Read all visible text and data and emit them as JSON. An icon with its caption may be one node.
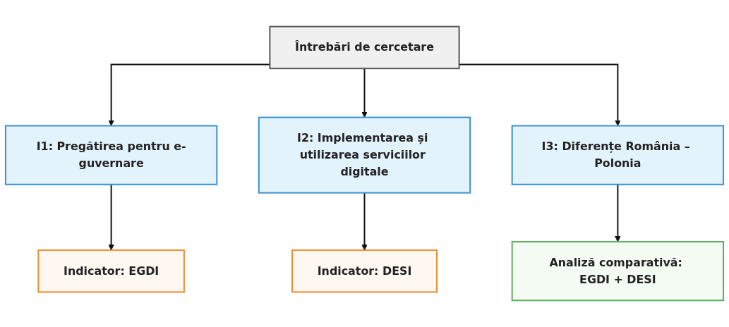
{
  "diagram": {
    "nodes": [
      {
        "text": [
          "Întrebări de cercetare"
        ]
      },
      {
        "text": [
          "I1: Pregătirea pentru e-guvernare"
        ]
      },
      {
        "text": [
          "I2: Implementarea și utilizarea serviciilor digitale"
        ]
      },
      {
        "text": [
          "I3: Diferențe România – Polonia"
        ]
      },
      {
        "text": [
          "Indicator: **EGDI**"
        ]
      },
      {
        "text": [
          "Indicator: **DESI**"
        ]
      },
      {
        "text": [
          "Analiză comparativă: **EGDI + DESI**"
        ]
      }
    ],
    "edges": [
      {
        "from": 0,
        "to": 1,
        "arrow": "to"
      },
      {
        "from": 0,
        "to": 2,
        "arrow": "to"
      },
      {
        "from": 0,
        "to": 3,
        "arrow": "to"
      },
      {
        "from": 1,
        "to": 4,
        "arrow": "to"
      },
      {
        "from": 2,
        "to": 5,
        "arrow": "to"
      },
      {
        "from": 3,
        "to": 6,
        "arrow": "to"
      }
    ]
  }
}
